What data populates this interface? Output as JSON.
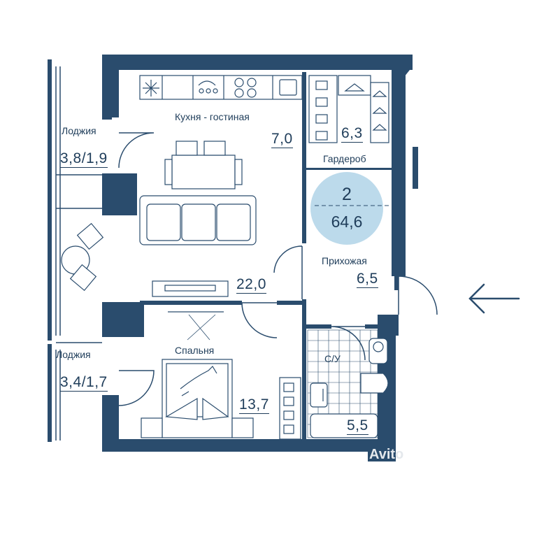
{
  "colors": {
    "wall": "#2a4c6d",
    "line": "#2a4c6d",
    "text": "#1f3d5a",
    "badge": "#bcdaeb",
    "floor": "#ffffff"
  },
  "summary": {
    "rooms": "2",
    "total_area": "64,6"
  },
  "rooms": {
    "loggia_top": {
      "name": "Лоджия",
      "area": "3,8/1,9"
    },
    "kitchen": {
      "name": "Кухня - гостиная",
      "area": "7,0"
    },
    "wardrobe": {
      "name": "Гардероб",
      "area": "6,3"
    },
    "living": {
      "area": "22,0"
    },
    "hallway": {
      "name": "Прихожая",
      "area": "6,5"
    },
    "bedroom": {
      "name": "Спальня",
      "area": "13,7"
    },
    "loggia_bottom": {
      "name": "Лоджия",
      "area": "3,4/1,7"
    },
    "bathroom": {
      "name": "С/У",
      "area": "5,5"
    }
  },
  "entrance": {
    "icon": "arrow-left-icon"
  },
  "icons": [
    "stove-icon",
    "sink-icon",
    "dining-table-icon",
    "sofa-icon",
    "armchair-icon",
    "tv-icon",
    "bed-icon",
    "toilet-icon",
    "bathtub-icon",
    "hanger-icon",
    "shelves-icon",
    "cat-icon"
  ],
  "watermark": "Avito"
}
